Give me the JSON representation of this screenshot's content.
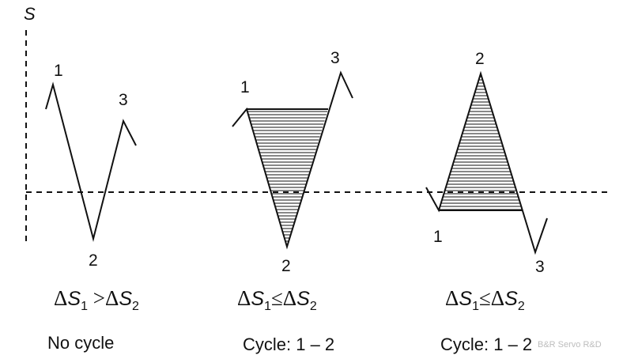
{
  "axis": {
    "label": "S"
  },
  "panels": [
    {
      "points": [
        "1",
        "2",
        "3"
      ],
      "formula": {
        "d1": "Δ",
        "s1": "S",
        "sub1": "1",
        "op": ">",
        "d2": "Δ",
        "s2": "S",
        "sub2": "2"
      },
      "caption": "No cycle"
    },
    {
      "points": [
        "1",
        "2",
        "3"
      ],
      "formula": {
        "d1": "Δ",
        "s1": "S",
        "sub1": "1",
        "op": "≤",
        "d2": "Δ",
        "s2": "S",
        "sub2": "2"
      },
      "caption": "Cycle: 1 – 2"
    },
    {
      "points": [
        "1",
        "2",
        "3"
      ],
      "formula": {
        "d1": "Δ",
        "s1": "S",
        "sub1": "1",
        "op": "≤",
        "d2": "Δ",
        "s2": "S",
        "sub2": "2"
      },
      "caption": "Cycle: 1 – 2"
    }
  ],
  "watermark": "B&R Servo R&D",
  "colors": {
    "stroke": "#111111",
    "hatch": "#111111",
    "background": "#ffffff"
  }
}
